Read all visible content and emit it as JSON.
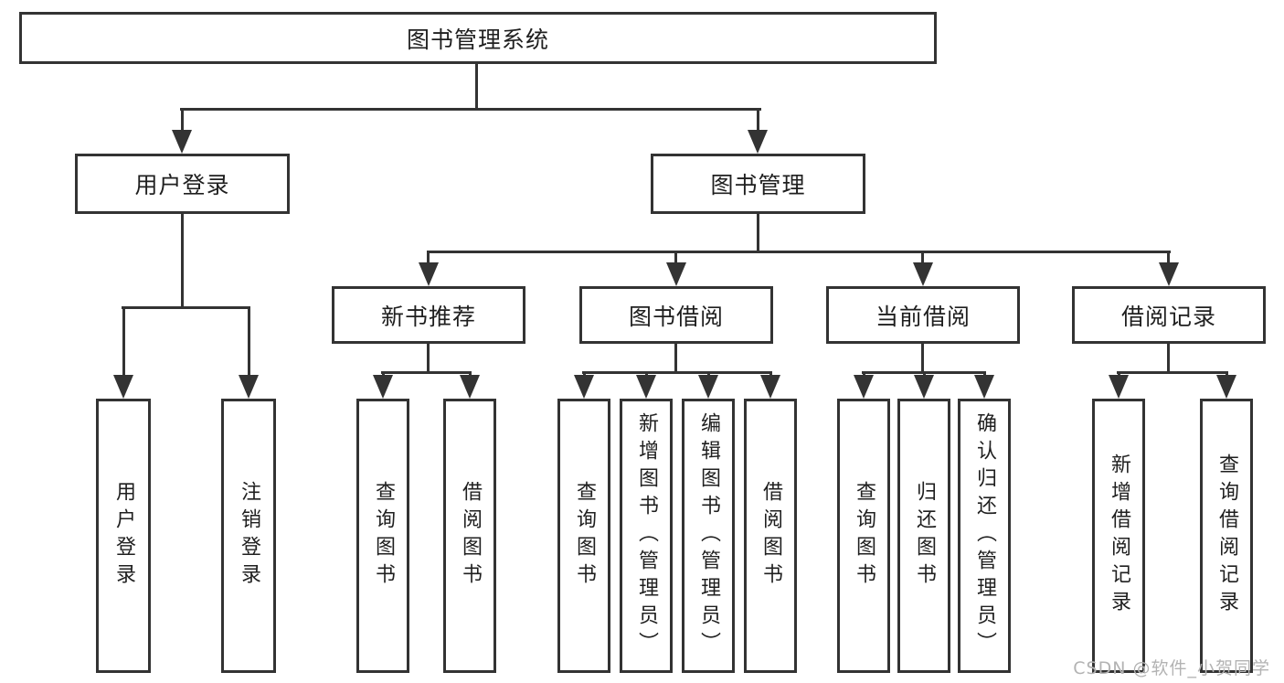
{
  "colors": {
    "line": "#333333",
    "text": "#1f1f1f",
    "background": "#ffffff",
    "watermark": "#b3b3b3"
  },
  "watermark": {
    "text": "CSDN @软件_小贺同学"
  },
  "tree": {
    "root": {
      "label": "图书管理系统",
      "children": [
        {
          "label": "用户登录",
          "children": [
            {
              "label": "用户登录"
            },
            {
              "label": "注销登录"
            }
          ]
        },
        {
          "label": "图书管理",
          "children": [
            {
              "label": "新书推荐",
              "children": [
                {
                  "label": "查询图书"
                },
                {
                  "label": "借阅图书"
                }
              ]
            },
            {
              "label": "图书借阅",
              "children": [
                {
                  "label": "查询图书"
                },
                {
                  "label": "新增图书（管理员）"
                },
                {
                  "label": "编辑图书（管理员）"
                },
                {
                  "label": "借阅图书"
                }
              ]
            },
            {
              "label": "当前借阅",
              "children": [
                {
                  "label": "查询图书"
                },
                {
                  "label": "归还图书"
                },
                {
                  "label": "确认归还（管理员）"
                }
              ]
            },
            {
              "label": "借阅记录",
              "children": [
                {
                  "label": "新增借阅记录"
                },
                {
                  "label": "查询借阅记录"
                }
              ]
            }
          ]
        }
      ]
    }
  }
}
